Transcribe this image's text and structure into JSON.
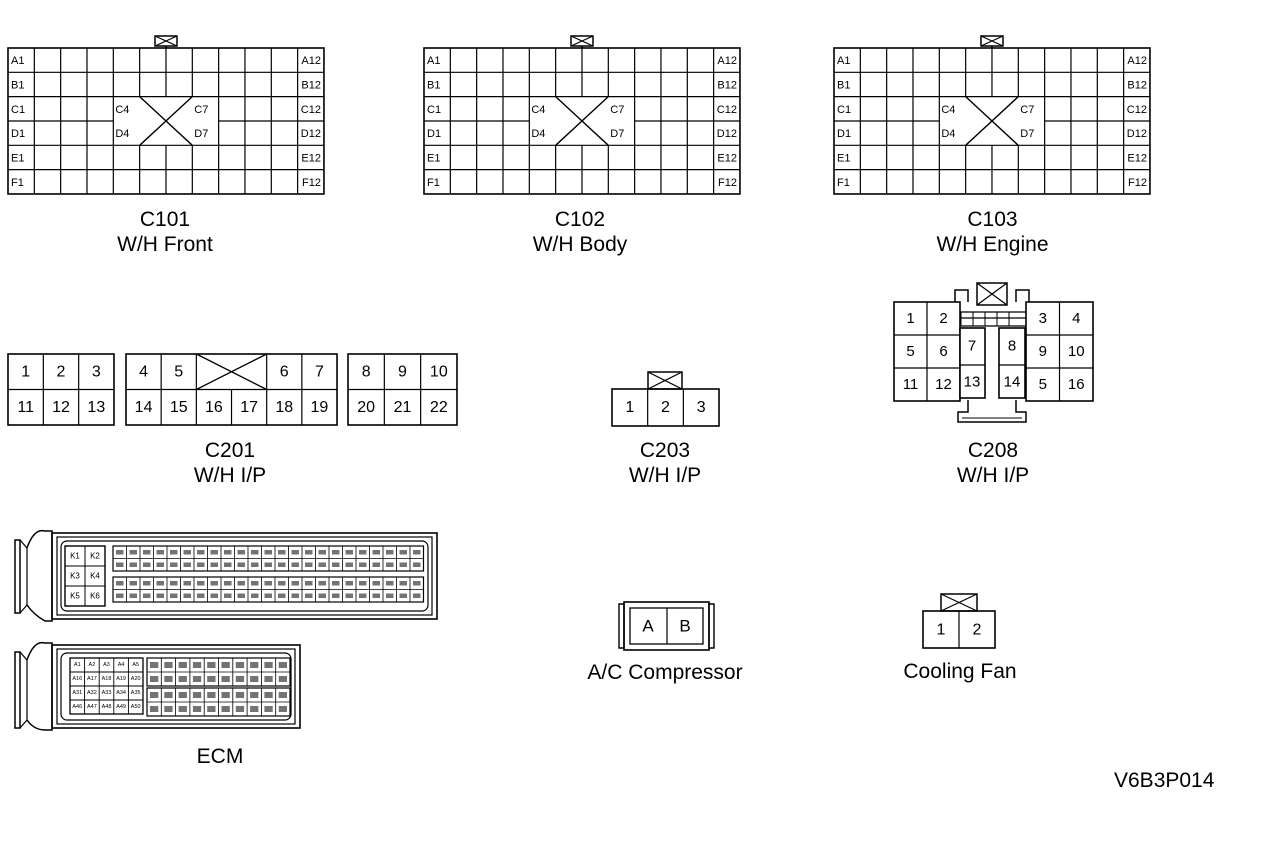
{
  "connectors": {
    "c101": {
      "id": "C101",
      "desc": "W/H Front"
    },
    "c102": {
      "id": "C102",
      "desc": "W/H Body"
    },
    "c103": {
      "id": "C103",
      "desc": "W/H Engine"
    },
    "c201": {
      "id": "C201",
      "desc": "W/H I/P"
    },
    "c203": {
      "id": "C203",
      "desc": "W/H I/P"
    },
    "c208": {
      "id": "C208",
      "desc": "W/H I/P"
    },
    "ac": {
      "label": "A/C Compressor"
    },
    "fan": {
      "label": "Cooling Fan"
    },
    "ecm": {
      "label": "ECM"
    }
  },
  "grid_labels": {
    "left": [
      "A1",
      "B1",
      "C1",
      "D1",
      "E1",
      "F1"
    ],
    "right": [
      "A12",
      "B12",
      "C12",
      "D12",
      "E12",
      "F12"
    ],
    "center": [
      "C4",
      "D4",
      "C7",
      "D7"
    ]
  },
  "c201_pins": {
    "g1_top": [
      "1",
      "2",
      "3"
    ],
    "g1_bot": [
      "11",
      "12",
      "13"
    ],
    "g2_top": [
      "4",
      "5",
      "6",
      "7"
    ],
    "g2_bot": [
      "14",
      "15",
      "16",
      "17",
      "18",
      "19"
    ],
    "g3_top": [
      "8",
      "9",
      "10"
    ],
    "g3_bot": [
      "20",
      "21",
      "22"
    ]
  },
  "c203_pins": [
    "1",
    "2",
    "3"
  ],
  "c208_pins": {
    "left": [
      "1",
      "2",
      "5",
      "6",
      "11",
      "12"
    ],
    "mid_left": [
      "7",
      "13"
    ],
    "mid_right": [
      "8",
      "14"
    ],
    "right": [
      "3",
      "4",
      "9",
      "10",
      "5",
      "16"
    ]
  },
  "ac_pins": [
    "A",
    "B"
  ],
  "fan_pins": [
    "1",
    "2"
  ],
  "ecm_k_big": [
    "K1",
    "K2",
    "K3",
    "K4",
    "K5",
    "K6"
  ],
  "ecm_a_big": [
    "A1",
    "A2",
    "A3",
    "A4",
    "A5",
    "A16",
    "A17",
    "A18",
    "A19",
    "A20",
    "A31",
    "A32",
    "A33",
    "A34",
    "A35",
    "A46",
    "A47",
    "A48",
    "A49",
    "A50"
  ],
  "figure_code": "V6B3P014"
}
